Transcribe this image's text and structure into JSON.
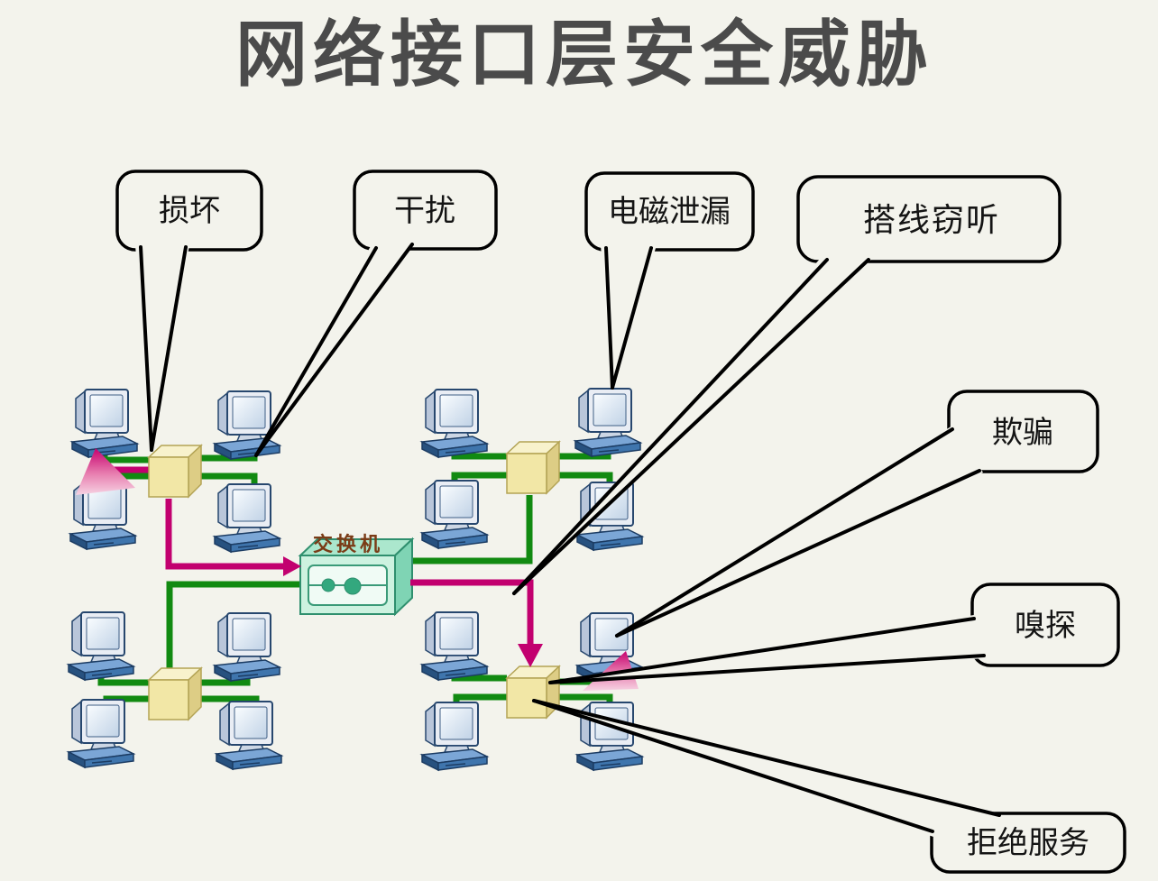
{
  "title": "网络接口层安全威胁",
  "diagram": {
    "switch": {
      "label": "交换机"
    },
    "callouts": [
      {
        "id": "damage",
        "label": "损坏"
      },
      {
        "id": "interference",
        "label": "干扰"
      },
      {
        "id": "emi-leak",
        "label": "电磁泄漏"
      },
      {
        "id": "wiretap",
        "label": "搭线窃听"
      },
      {
        "id": "spoofing",
        "label": "欺骗"
      },
      {
        "id": "sniffing",
        "label": "嗅探"
      },
      {
        "id": "dos",
        "label": "拒绝服务"
      }
    ],
    "clusters": [
      {
        "name": "top-left",
        "computers": 4,
        "hub": "hub-icon"
      },
      {
        "name": "top-right",
        "computers": 4,
        "hub": "hub-icon"
      },
      {
        "name": "bottom-left",
        "computers": 4,
        "hub": "hub-icon"
      },
      {
        "name": "bottom-right",
        "computers": 4,
        "hub": "hub-icon"
      }
    ],
    "icons": {
      "computer": "computer-icon",
      "hub": "hub-icon",
      "switch": "switch-icon",
      "spoof_arrow": "attack-arrow-icon"
    }
  },
  "colors": {
    "background": "#f3f3ec",
    "title_text": "#4b4b4b",
    "cable_green": "#118a11",
    "attack_magenta": "#c2006f",
    "callout_border": "#000000",
    "switch_label_brown": "#7a3b16",
    "hub_yellow": "#f2e7a6",
    "switch_mint": "#cdf2e0"
  }
}
